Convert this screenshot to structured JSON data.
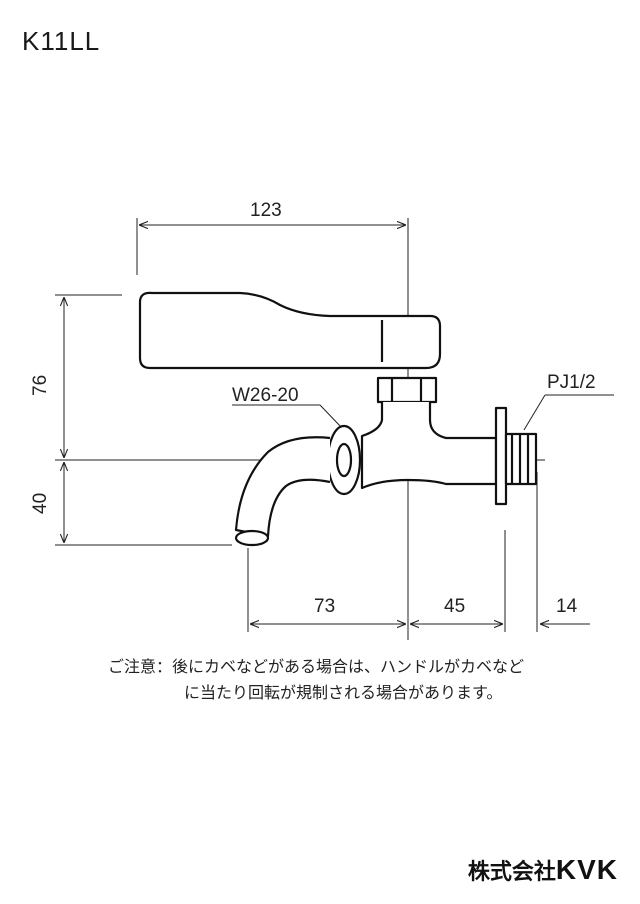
{
  "model": "K11LL",
  "dimensions": {
    "width_total": "123",
    "height_upper": "76",
    "height_lower": "40",
    "spout_reach": "73",
    "body_to_flange": "45",
    "thread_length": "14"
  },
  "labels": {
    "hose_connector": "W26-20",
    "pipe_thread": "PJ1/2"
  },
  "note": {
    "line1": "ご注意：後にカベなどがある場合は、ハンドルがカベなど",
    "line2": "に当たり回転が規制される場合があります。"
  },
  "brand": {
    "company": "株式会社",
    "logo": "KVK"
  }
}
